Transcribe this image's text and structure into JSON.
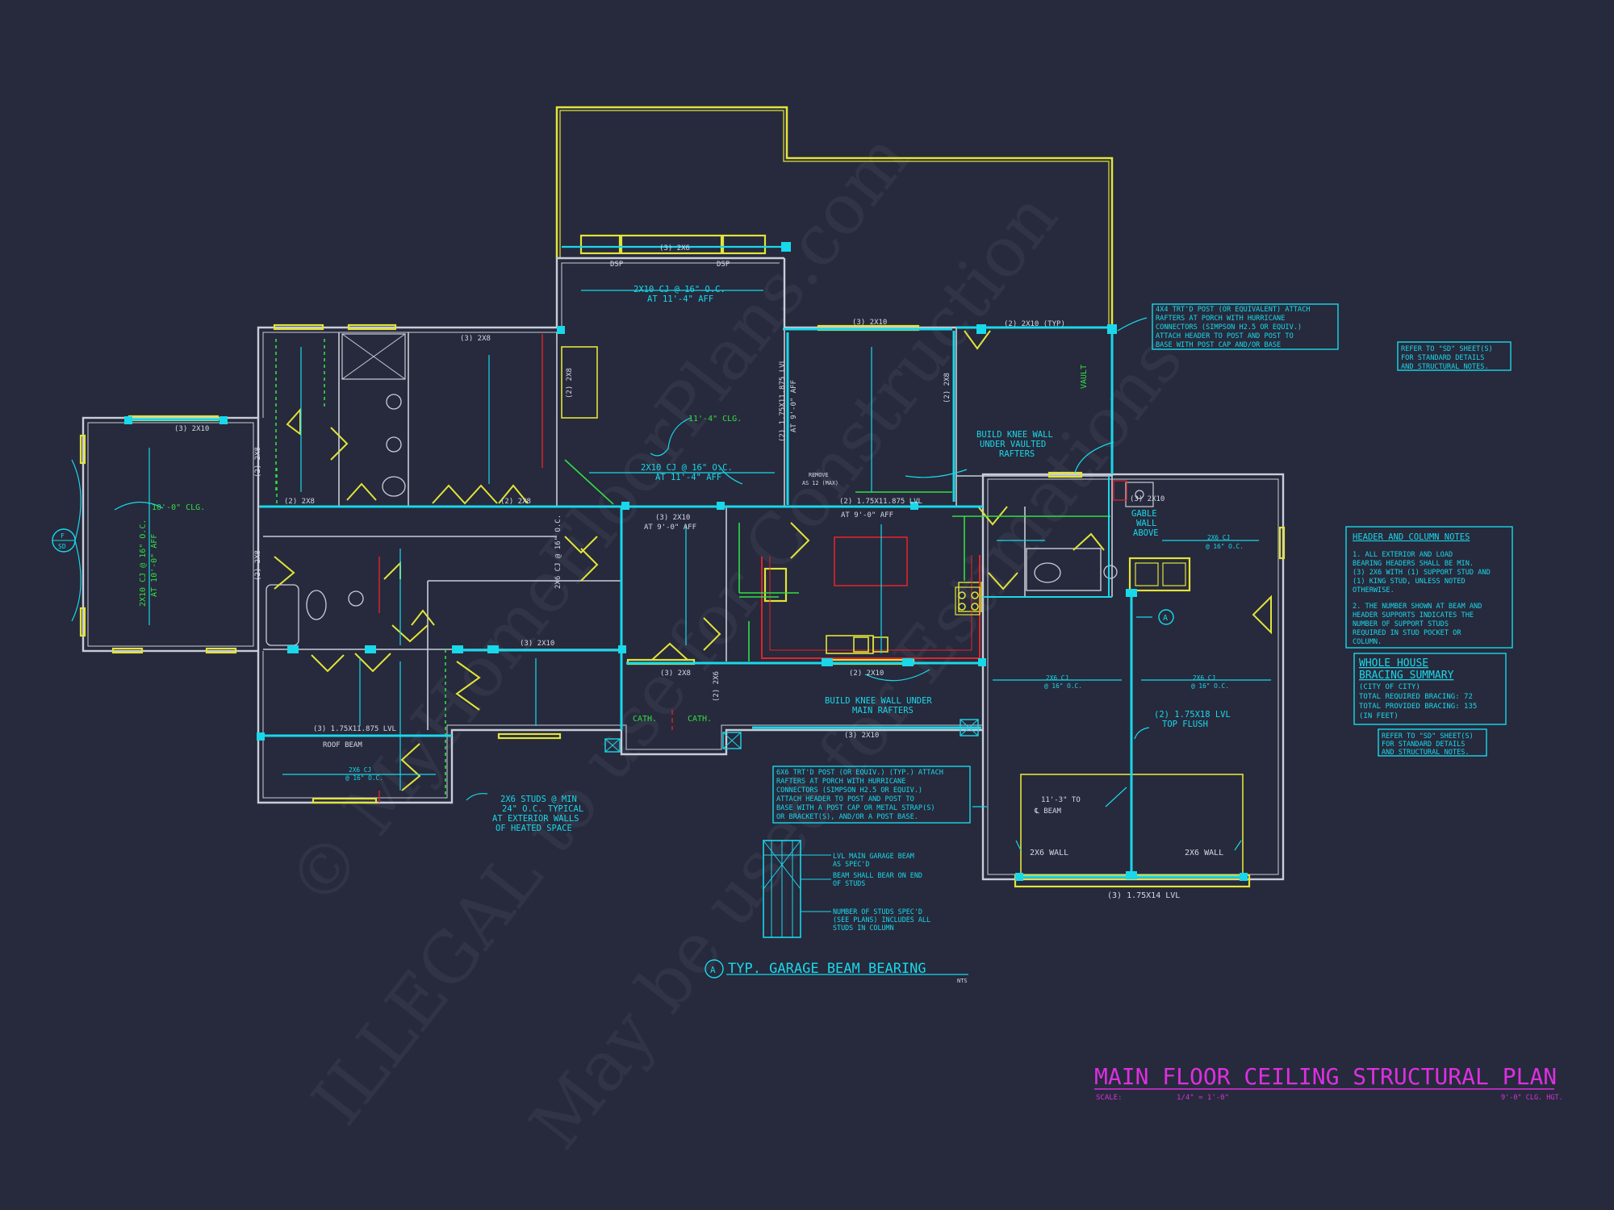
{
  "plan": {
    "title": "MAIN FLOOR CEILING STRUCTURAL PLAN",
    "scale_label": "SCALE:",
    "scale_value": "1/4\" = 1'-0\"",
    "ceiling_height": "9'-0\" CLG. HGT."
  },
  "watermark": {
    "line1": "© MyHomeFloorPlans.com",
    "line2": "ILLEGAL to use for Construction",
    "line3": "May be used for Estimations"
  },
  "colors": {
    "background": "#262a3c",
    "wall": "#c9cdd8",
    "framing": "#19d8ea",
    "porch": "#e3e33a",
    "title": "#dd2fe0",
    "annotation_green": "#33dd44",
    "cabinet_red": "#e0242a"
  },
  "labels": {
    "rafters_3_2x6": "(3) 2x6",
    "dsp_left": "DSP",
    "dsp_right": "DSP",
    "cj_top_line1": "2x10 CJ @ 16\" O.C.",
    "cj_top_line2": "AT 11'-4\" AFF",
    "cj_mid_line1": "2x10 CJ @ 16\" O.C.",
    "cj_mid_line2": "AT 11'-4\" AFF",
    "clg_11_4": "11'-4\" CLG.",
    "hdr_2_2x8_main": "(2) 2x8",
    "hdr_3_2x8_bed": "(3) 2x8",
    "hdr_3_2x10_bedR": "(3) 2x10",
    "hdr_2_2x10_typ": "(2) 2x10 (TYP)",
    "hdr_3_2x10_left": "(3) 2x10",
    "clg_10_0": "10'-0\" CLG.",
    "cj_left": "2x10 CJ @ 16\" O.C.",
    "cj_left_aff": "AT 10'-0\" AFF",
    "circle_top": "F",
    "circle_bottom": "SD",
    "hdr_2_2x8_side1": "(2) 2x8",
    "hdr_2_2x8_side2": "(2) 2x8",
    "hdr_2_2x8_hall": "(2) 2x8",
    "hdr_2_2x8_bath": "(2) 2x8",
    "lvl_dining_v": "(2) 1.75x11.875 LVL",
    "aff_dining_v": "AT 9'-0\" AFF",
    "lvl_dining_h": "(2) 1.75x11.875 LVL",
    "aff_dining_h": "AT 9'-0\" AFF",
    "hdr_3_2x10_hall": "(3) 2x10",
    "aff_hall": "AT 9'-0\" AFF",
    "cj_hall_v": "2x6 CJ @ 16\" O.C.",
    "hdr_2_2x8_dinrt": "(2) 2x8",
    "hdr_3_2x10_bed2": "(3) 2x10",
    "hdr_3_2x8_kitch": "(3) 2x8",
    "hdr_2_2x6_k": "(2) 2x6",
    "hdr_2_2x10_kitch": "(2) 2x10",
    "hdr_3_lvl_bed": "(3) 1.75x11.875 LVL",
    "roof_beam": "ROOF BEAM",
    "hdr_3_2x10_porch": "(3) 2x10",
    "cath_1": "CATH.",
    "cath_2": "CATH.",
    "vault": "VAULT",
    "knee_wall_vault": [
      "BUILD KNEE WALL",
      "UNDER VAULTED",
      "RAFTERS"
    ],
    "knee_wall_main": [
      "BUILD KNEE WALL UNDER",
      "MAIN RAFTERS"
    ],
    "gable_wall": [
      "GABLE",
      "WALL",
      "ABOVE"
    ],
    "hdr_3_2x10_laundry": "(3) 2x10",
    "lvl_garage_flush": "(2) 1.75x18 LVL",
    "top_flush": "TOP FLUSH",
    "garage_beam_offset": "11'-3\" TO",
    "garage_beam_cl": "℄ BEAM",
    "wall_2x6_left": "2x6 WALL",
    "wall_2x6_right": "2x6 WALL",
    "lvl_garage_door": "(3) 1.75x14 LVL",
    "studs_note": [
      "2x6 STUDS @ MIN",
      "24\" O.C. TYPICAL",
      "AT EXTERIOR WALLS",
      "OF HEATED SPACE"
    ],
    "porch_post_note": [
      "4x4 TRT'D POST (OR EQUIVALENT) ATTACH",
      "RAFTERS AT PORCH WITH HURRICANE",
      "CONNECTORS (SIMPSON H2.5 OR EQUIV.)",
      "ATTACH HEADER TO POST AND POST TO",
      "BASE WITH POST CAP AND/OR BASE"
    ],
    "rear_post_note": [
      "6x6 TRT'D POST (OR EQUIV.) (TYP.) ATTACH",
      "RAFTERS AT PORCH WITH HURRICANE",
      "CONNECTORS (SIMPSON H2.5 OR EQUIV.)",
      "ATTACH HEADER TO POST AND POST TO",
      "BASE WITH A POST CAP OR METAL STRAP(S)",
      "OR BRACKET(S), AND/OR A POST BASE."
    ],
    "refer_sd_top": [
      "REFER TO \"SD\" SHEET(S)",
      "FOR STANDARD DETAILS",
      "AND STRUCTURAL NOTES."
    ],
    "refer_sd_bottom": [
      "REFER TO \"SD\" SHEET(S)",
      "FOR STANDARD DETAILS",
      "AND STRUCTURAL NOTES."
    ],
    "header_notes_title": "HEADER AND COLUMN NOTES",
    "header_notes_1": [
      "1. ALL EXTERIOR AND LOAD",
      "BEARING HEADERS SHALL BE MIN.",
      "(3) 2x6 WITH (1) SUPPORT STUD AND",
      "(1) KING STUD, UNLESS NOTED",
      "OTHERWISE."
    ],
    "header_notes_2": [
      "2. THE NUMBER SHOWN AT BEAM AND",
      "HEADER SUPPORTS INDICATES THE",
      "NUMBER OF SUPPORT STUDS",
      "REQUIRED IN STUD POCKET OR",
      "COLUMN."
    ],
    "bracing_title_1": "WHOLE HOUSE",
    "bracing_title_2": "BRACING SUMMARY",
    "bracing_lines": [
      "(CITY OF CITY)",
      "TOTAL REQUIRED BRACING: 72",
      "TOTAL PROVIDED BRACING: 135",
      "(IN FEET)"
    ],
    "detail_lvl": [
      "LVL MAIN GARAGE BEAM",
      "AS SPEC'D"
    ],
    "detail_bear": [
      "BEAM SHALL BEAR ON END",
      "OF STUDS"
    ],
    "detail_studs": [
      "NUMBER OF STUDS SPEC'D",
      "(SEE PLANS) INCLUDES ALL",
      "STUDS IN COLUMN"
    ],
    "detail_title": "TYP. GARAGE BEAM BEARING",
    "detail_marker": "A",
    "detail_nts": "NTS",
    "callout_a": "A",
    "garage_cj_1a": "2x6 CJ",
    "garage_cj_1b": "@ 16\" O.C.",
    "garage_cj_2a": "2x6 CJ",
    "garage_cj_2b": "@ 16\" O.C.",
    "garage_cj_3a": "2x6 CJ",
    "garage_cj_3b": "@ 16\" O.C.",
    "roof_beam_cj_a": "2x6 CJ",
    "roof_beam_cj_b": "@ 16\" O.C.",
    "pantry_a": "REMOVE",
    "pantry_b": "AS 12 (MAX)"
  }
}
